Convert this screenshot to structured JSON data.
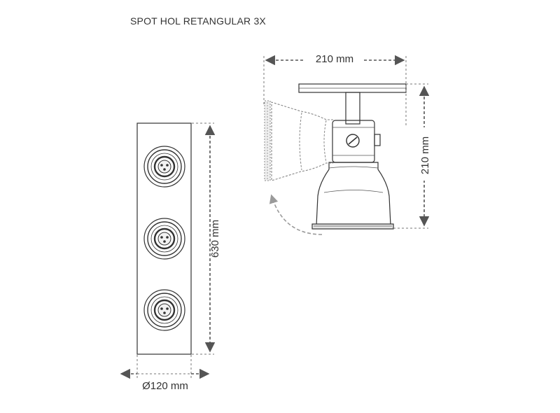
{
  "title": "SPOT HOL RETANGULAR 3X",
  "labels": {
    "width_top": "210 mm",
    "height_side": "210 mm",
    "length_front": "630 mm",
    "diameter": "Ø120 mm"
  },
  "colors": {
    "stroke": "#333333",
    "dimension": "#555555",
    "rotation_arrow": "#9a9a9a"
  },
  "front_view": {
    "spot_count": 3
  }
}
